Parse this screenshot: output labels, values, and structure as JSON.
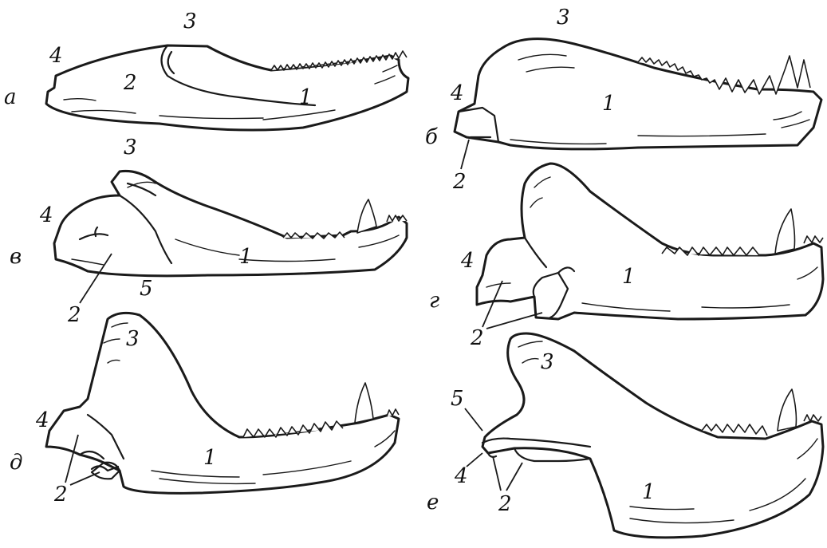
{
  "panels": [
    {
      "id": "a",
      "letter": "а",
      "labels": {
        "n1": "1",
        "n2": "2",
        "n3": "3",
        "n4": "4"
      }
    },
    {
      "id": "b",
      "letter": "б",
      "labels": {
        "n1": "1",
        "n2": "2",
        "n3": "3",
        "n4": "4"
      }
    },
    {
      "id": "v",
      "letter": "в",
      "labels": {
        "n1": "1",
        "n2": "2",
        "n3": "3",
        "n4": "4",
        "n5": "5"
      }
    },
    {
      "id": "g",
      "letter": "г",
      "labels": {
        "n1": "1",
        "n2": "2",
        "n4": "4"
      }
    },
    {
      "id": "d",
      "letter": "д",
      "labels": {
        "n1": "1",
        "n2": "2",
        "n3": "3",
        "n4": "4"
      }
    },
    {
      "id": "e",
      "letter": "е",
      "labels": {
        "n1": "1",
        "n2": "2",
        "n3": "3",
        "n4": "4",
        "n5": "5"
      }
    }
  ]
}
